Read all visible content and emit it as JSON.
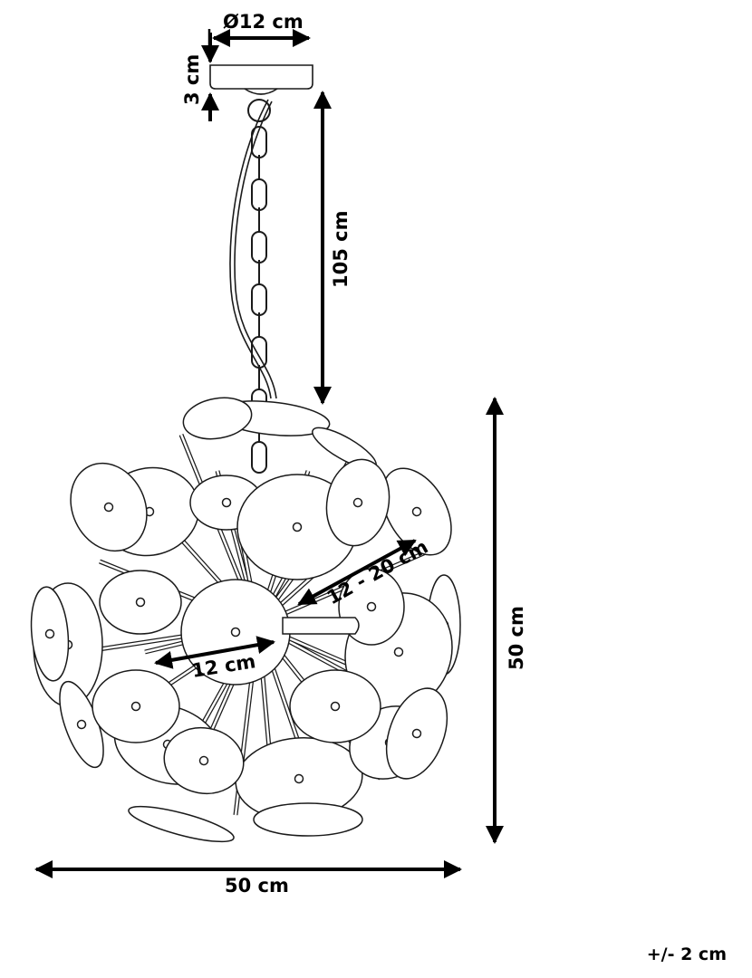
{
  "dimensions": {
    "canopy_diameter": "Ø12 cm",
    "canopy_height": "3 cm",
    "chain_length": "105 cm",
    "total_height": "50 cm",
    "total_width": "50 cm",
    "disc_diameter": "12 cm",
    "disc_range": "12 - 20 cm"
  },
  "tolerance": "+/- 2 cm",
  "colors": {
    "line": "#1a1a1a",
    "arrow": "#000000",
    "background": "#ffffff"
  }
}
